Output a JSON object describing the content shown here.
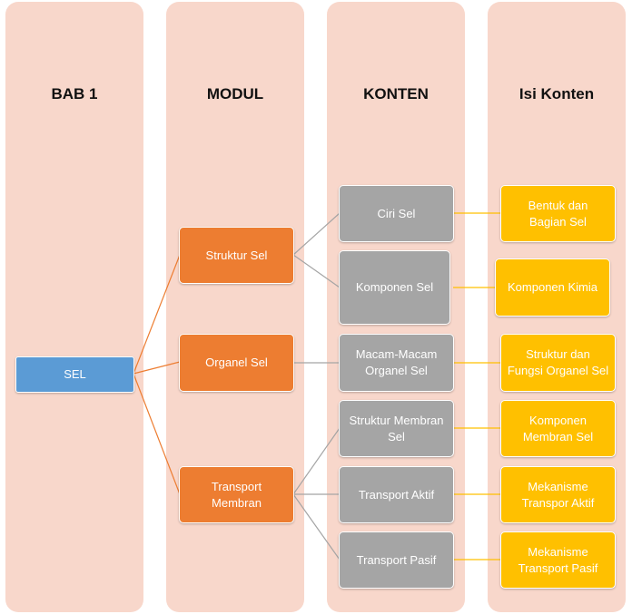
{
  "columns": {
    "bab": "BAB 1",
    "modul": "MODUL",
    "konten": "KONTEN",
    "isi": "Isi Konten"
  },
  "root": "SEL",
  "modules": {
    "struktur": "Struktur  Sel",
    "organel": "Organel Sel",
    "transport": "Transport\nMembran"
  },
  "contents": {
    "ciri": "Ciri Sel",
    "komponen": "Komponen  Sel",
    "macam": "Macam-Macam\nOrganel Sel",
    "struktur_membran": "Struktur  Membran\nSel",
    "aktif": "Transport Aktif",
    "pasif": "Transport Pasif"
  },
  "details": {
    "bentuk": "Bentuk dan\nBagian Sel",
    "kimia": "Komponen  Kimia",
    "fungsi": "Struktur  dan\nFungsi Organel Sel",
    "membran": "Komponen\nMembran Sel",
    "mek_aktif": "Mekanisme\nTranspor Aktif",
    "mek_pasif": "Mekanisme\nTransport Pasif"
  },
  "colors": {
    "panel": "#f8d7cb",
    "root": "#5b9bd5",
    "module": "#ed7d31",
    "content": "#a5a5a5",
    "detail": "#ffc000"
  }
}
